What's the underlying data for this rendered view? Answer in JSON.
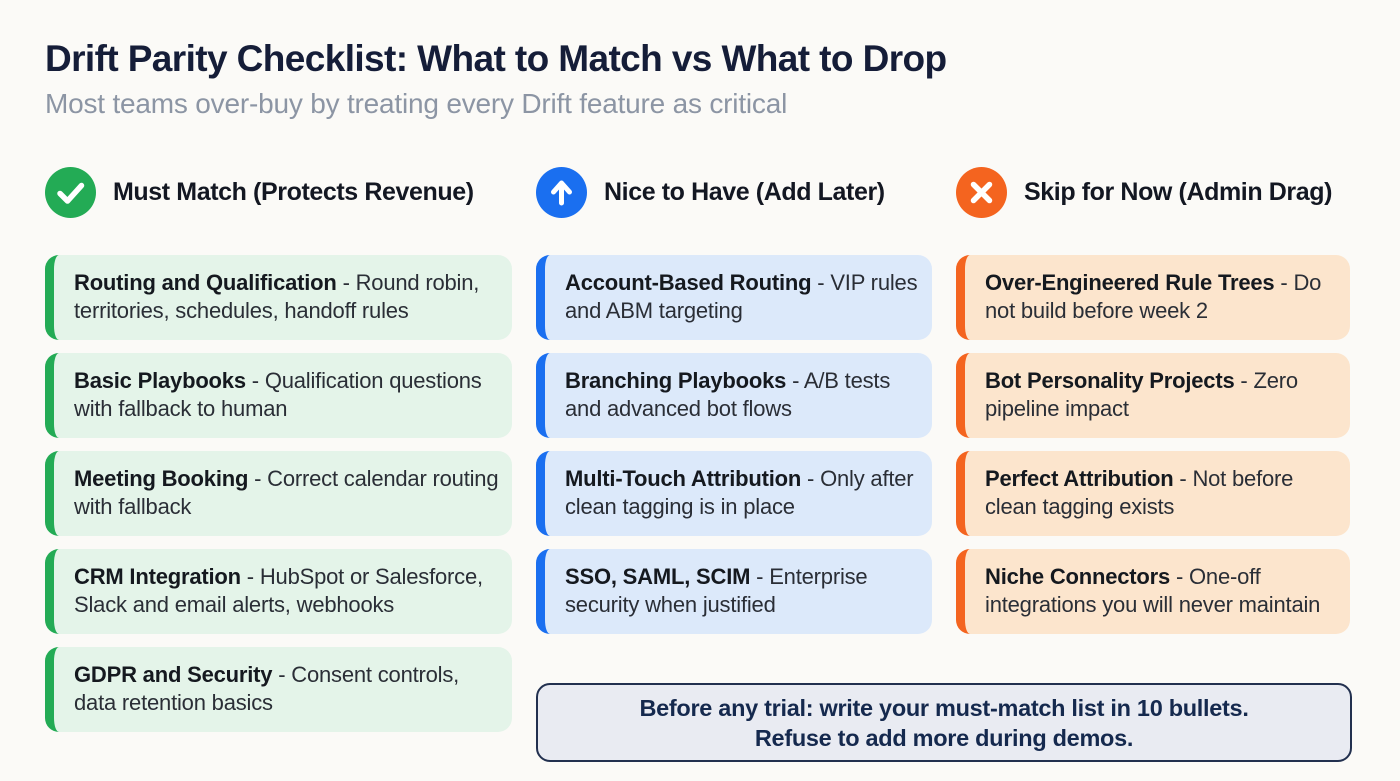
{
  "page": {
    "title": "Drift Parity Checklist: What to Match vs What to Drop",
    "subtitle": "Most teams over-buy by treating every Drift feature as critical"
  },
  "separator": " - ",
  "columns": [
    {
      "id": "must-match",
      "header": "Must Match (Protects Revenue)",
      "icon": "check-circle-icon",
      "accent_color": "#23ab55",
      "card_bg": "#e4f4e9",
      "items": [
        {
          "title": "Routing and Qualification",
          "desc": "Round robin, territories, schedules, handoff rules"
        },
        {
          "title": "Basic Playbooks",
          "desc": "Qualification questions with fallback to human"
        },
        {
          "title": "Meeting Booking",
          "desc": "Correct calendar routing with fallback"
        },
        {
          "title": "CRM Integration",
          "desc": "HubSpot or Salesforce, Slack and email alerts, webhooks"
        },
        {
          "title": "GDPR and Security",
          "desc": "Consent controls, data retention basics"
        }
      ]
    },
    {
      "id": "nice-to-have",
      "header": "Nice to Have (Add Later)",
      "icon": "arrow-up-circle-icon",
      "accent_color": "#1a6ff0",
      "card_bg": "#dce9fa",
      "items": [
        {
          "title": "Account-Based Routing",
          "desc": "VIP rules and ABM targeting"
        },
        {
          "title": "Branching Playbooks",
          "desc": "A/B tests and advanced bot flows"
        },
        {
          "title": "Multi-Touch Attribution",
          "desc": "Only after clean tagging is in place"
        },
        {
          "title": "SSO, SAML, SCIM",
          "desc": "Enterprise security when justified"
        }
      ]
    },
    {
      "id": "skip-for-now",
      "header": "Skip for Now (Admin Drag)",
      "icon": "x-circle-icon",
      "accent_color": "#f4641f",
      "card_bg": "#fce5cd",
      "items": [
        {
          "title": "Over-Engineered Rule Trees",
          "desc": "Do not build before week 2"
        },
        {
          "title": "Bot Personality Projects",
          "desc": "Zero pipeline impact"
        },
        {
          "title": "Perfect Attribution",
          "desc": "Not before clean tagging exists"
        },
        {
          "title": "Niche Connectors",
          "desc": "One-off integrations you will never maintain"
        }
      ]
    }
  ],
  "note": {
    "line1": "Before any trial: write your must-match list in 10 bullets.",
    "line2": "Refuse to add more during demos."
  }
}
